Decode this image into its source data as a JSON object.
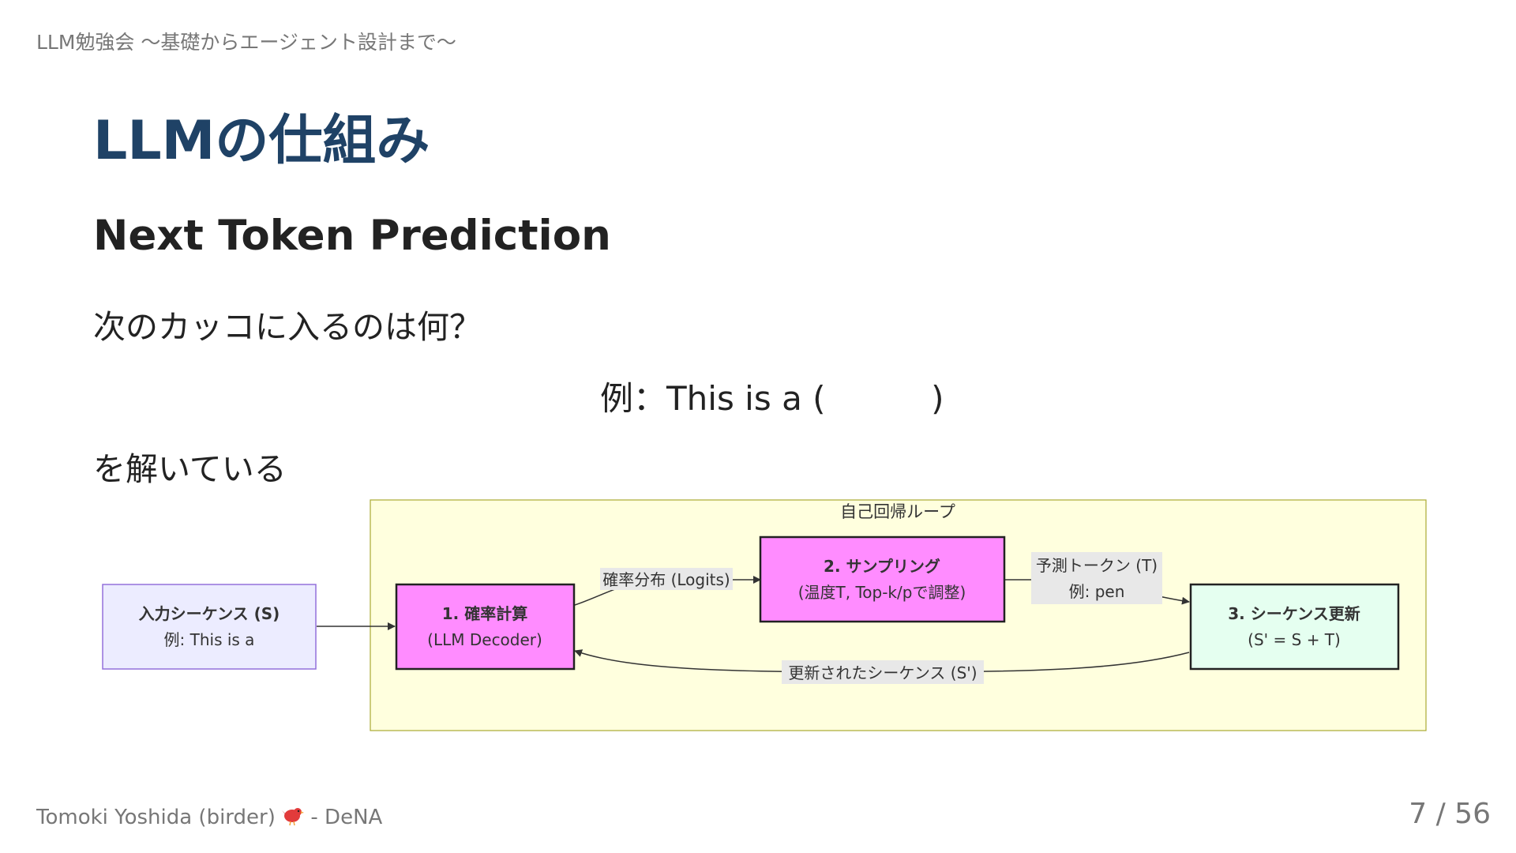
{
  "header": {
    "deck_title": "LLM勉強会 〜基礎からエージェント設計まで〜"
  },
  "main": {
    "title": "LLMの仕組み",
    "subtitle": "Next Token Prediction",
    "question": "次のカッコに入るのは何？",
    "example_prefix": "例：This is a (",
    "example_suffix": ")",
    "solving": "を解いている"
  },
  "diagram": {
    "loop_label": "自己回帰ループ",
    "nodes": {
      "input": {
        "line1": "入力シーケンス (S)",
        "line2": "例: This is a"
      },
      "calc": {
        "line1": "1. 確率計算",
        "line2": "(LLM Decoder)"
      },
      "sampling": {
        "line1": "2. サンプリング",
        "line2": "(温度T, Top-k/pで調整)"
      },
      "update": {
        "line1": "3. シーケンス更新",
        "line2": "(S' = S + T)"
      }
    },
    "edges": {
      "logits": "確率分布 (Logits)",
      "token_line1": "予測トークン (T)",
      "token_line2": "例: pen",
      "updated": "更新されたシーケンス (S')"
    },
    "colors": {
      "loop_fill": "#ffffde",
      "loop_border": "#aaaa33",
      "input_fill": "#ececff",
      "input_border": "#9370db",
      "process_fill": "#ff8cff",
      "update_fill": "#e5fff0",
      "edge_label_bg": "#e8e8e8"
    }
  },
  "footer": {
    "author": "Tomoki Yoshida (birder)",
    "org": " - DeNA",
    "bird_icon": "bird-icon",
    "page": "7 / 56"
  }
}
